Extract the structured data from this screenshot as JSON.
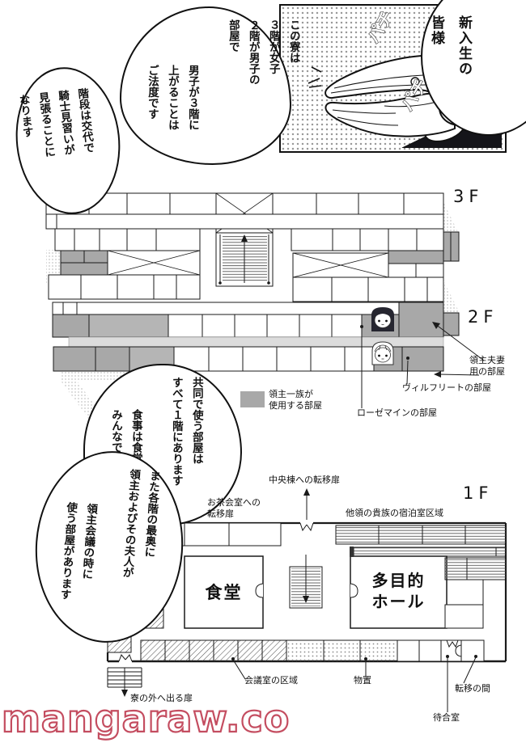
{
  "panel": {
    "sfx": [
      "パチ",
      "パチ"
    ]
  },
  "bubbles": {
    "newcomers": "新入生の\n皆様",
    "dorm_rule_a": "この寮は\n３階が女子\n２階が男子の\n部屋で",
    "dorm_rule_b": "男子が３階に\n上がることは\nご法度です",
    "stairs_watch": "階段は交代で\n騎士見習いが\n見張ることに\nなります",
    "shared_rooms_a": "共同で使う部屋は\nすべて１階にあります",
    "shared_rooms_b": "食事は食堂で\nみんなでとること",
    "innermost_a": "また各階の最奥に\n領主およびその夫人が",
    "innermost_b": "領主会議の時に\n使う部屋があります"
  },
  "floors": {
    "f3": "3F",
    "f2": "2F",
    "f1": "1F"
  },
  "plan_labels": {
    "lords_couple_room": "領主夫妻\n用の部屋",
    "wilfried_room": "ヴィルフリートの部屋",
    "rozemyne_room": "ローゼマインの部屋",
    "legend_family": "領主一族が\n使用する部屋",
    "central_teleport_door": "中央棟への転移扉",
    "tea_room_teleport_door": "お茶会室への\n転移扉",
    "guest_area": "他領の貴族の宿泊室区域",
    "dining_hall": "食堂",
    "multi_hall": "多目的\nホール",
    "meeting_area": "会議室の区域",
    "storage": "物置",
    "teleport_room": "転移の間",
    "waiting_room": "待合室",
    "exit_door": "寮の外へ出る扉"
  },
  "watermark": "mangaraw.co",
  "colors": {
    "family_room_gray": "#a8a8a8",
    "watermark_red": "#c44d60"
  }
}
